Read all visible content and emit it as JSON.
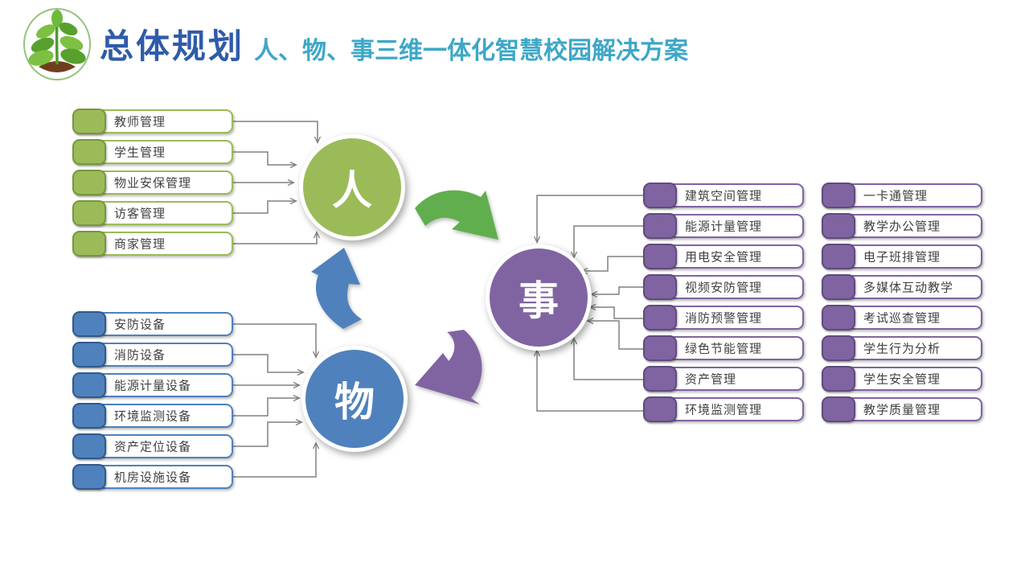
{
  "header": {
    "title": "总体规划",
    "subtitle": "人、物、事三维一体化智慧校园解决方案",
    "logo": "seedling-plant-icon"
  },
  "colors": {
    "green": "#9BBB59",
    "green_dark": "#78973E",
    "blue": "#4F81BD",
    "blue_dark": "#2F5A8C",
    "purple": "#8064A2",
    "purple_dark": "#5F4A7D",
    "title_text": "#2F5BA9",
    "subtitle_text": "#3EA7C8",
    "connector": "#808080",
    "arrow_green": "#61AE4E",
    "arrow_blue": "#4F81BD",
    "arrow_purple": "#8064A2"
  },
  "diagram": {
    "circles": [
      {
        "id": "people",
        "label": "人"
      },
      {
        "id": "things",
        "label": "物"
      },
      {
        "id": "affairs",
        "label": "事"
      }
    ],
    "people_list": [
      "教师管理",
      "学生管理",
      "物业安保管理",
      "访客管理",
      "商家管理"
    ],
    "things_list": [
      "安防设备",
      "消防设备",
      "能源计量设备",
      "环境监测设备",
      "资产定位设备",
      "机房设施设备"
    ],
    "affairs_list_left": [
      "建筑空间管理",
      "能源计量管理",
      "用电安全管理",
      "视频安防管理",
      "消防预警管理",
      "绿色节能管理",
      "资产管理",
      "环境监测管理"
    ],
    "affairs_list_right": [
      "一卡通管理",
      "教学办公管理",
      "电子班排管理",
      "多媒体互动教学",
      "考试巡查管理",
      "学生行为分析",
      "学生安全管理",
      "教学质量管理"
    ]
  }
}
